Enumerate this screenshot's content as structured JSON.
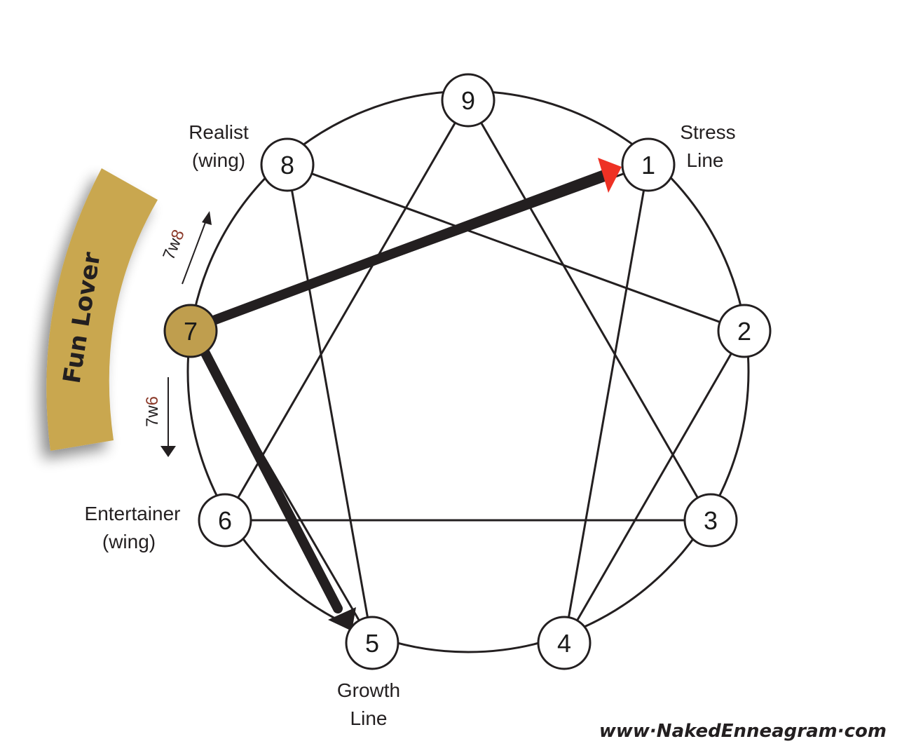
{
  "diagram": {
    "nodes": [
      {
        "id": "9",
        "label": "9",
        "highlighted": false
      },
      {
        "id": "1",
        "label": "1",
        "highlighted": false
      },
      {
        "id": "2",
        "label": "2",
        "highlighted": false
      },
      {
        "id": "3",
        "label": "3",
        "highlighted": false
      },
      {
        "id": "4",
        "label": "4",
        "highlighted": false
      },
      {
        "id": "5",
        "label": "5",
        "highlighted": false
      },
      {
        "id": "6",
        "label": "6",
        "highlighted": false
      },
      {
        "id": "7",
        "label": "7",
        "highlighted": true
      },
      {
        "id": "8",
        "label": "8",
        "highlighted": false
      }
    ],
    "edges": [
      {
        "from": "9",
        "to": "3"
      },
      {
        "from": "9",
        "to": "6"
      },
      {
        "from": "3",
        "to": "6"
      },
      {
        "from": "1",
        "to": "4"
      },
      {
        "from": "4",
        "to": "2"
      },
      {
        "from": "2",
        "to": "8"
      },
      {
        "from": "8",
        "to": "5"
      },
      {
        "from": "5",
        "to": "7"
      },
      {
        "from": "7",
        "to": "1"
      }
    ],
    "stress_line": {
      "from": "7",
      "to": "1",
      "label_line1": "Stress",
      "label_line2": "Line"
    },
    "growth_line": {
      "from": "7",
      "to": "5",
      "label_line1": "Growth",
      "label_line2": "Line"
    },
    "wing_8": {
      "line1": "Realist",
      "line2": "(wing)"
    },
    "wing_6": {
      "line1": "Entertainer",
      "line2": "(wing)"
    },
    "wing_arrow_up": {
      "prefix": "7w",
      "suffix": "8"
    },
    "wing_arrow_down": {
      "prefix": "7w",
      "suffix": "6"
    },
    "type_name": "Fun Lover",
    "website": "www·NakedEnneagram·com"
  },
  "colors": {
    "highlight": "#bf9e4e",
    "band": "#c9a74f",
    "stress_arrowhead": "#ee3124",
    "thick_line": "#231f20",
    "wing_accent": "#8b3a2a"
  }
}
